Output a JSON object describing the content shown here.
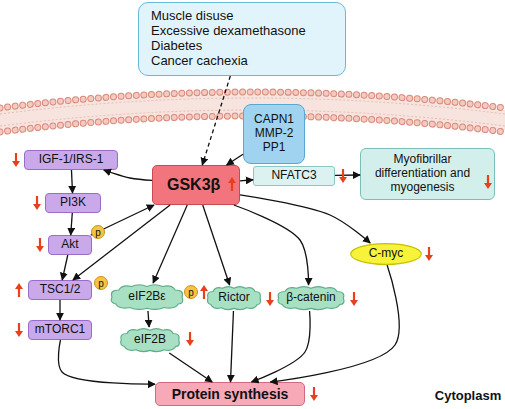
{
  "diagram": {
    "nodes": [
      {
        "text": [
          "Muscle disuse",
          "Excessive dexamethasone",
          "Diabetes",
          "Cancer cachexia"
        ]
      },
      {
        "text": [
          "CAPN1",
          "MMP-2",
          "PP1"
        ]
      },
      {
        "text": [
          "IGF-1/IRS-1"
        ]
      },
      {
        "text": [
          "GSK3β"
        ]
      },
      {
        "text": [
          "NFATC3"
        ]
      },
      {
        "text": [
          "Myofibrillar differentiation and myogenesis"
        ]
      },
      {
        "text": [
          "PI3K"
        ]
      },
      {
        "text": [
          "Akt"
        ]
      },
      {
        "text": [
          "C-myc"
        ]
      },
      {
        "text": [
          "TSC1/2"
        ]
      },
      {
        "text": [
          "eIF2Bε"
        ]
      },
      {
        "text": [
          "Rictor"
        ]
      },
      {
        "text": [
          "β-catenin"
        ]
      },
      {
        "text": [
          "eIF2B"
        ]
      },
      {
        "text": [
          "mTORC1"
        ]
      },
      {
        "text": [
          "Protein synthesis"
        ]
      }
    ],
    "edges": [
      {
        "from": 0,
        "to": 3,
        "arrow": "to"
      },
      {
        "from": 1,
        "to": 3,
        "arrow": "to"
      },
      {
        "from": 3,
        "to": 2,
        "arrow": "to"
      },
      {
        "from": 2,
        "to": 6,
        "arrow": "to"
      },
      {
        "from": 6,
        "to": 7,
        "arrow": "to"
      },
      {
        "from": 7,
        "to": 3,
        "arrow": "both"
      },
      {
        "from": 7,
        "to": 9,
        "arrow": "to"
      },
      {
        "from": 9,
        "to": 14,
        "arrow": "to"
      },
      {
        "from": 3,
        "to": 9,
        "arrow": "to"
      },
      {
        "from": 3,
        "to": 10,
        "arrow": "to"
      },
      {
        "from": 10,
        "to": 13,
        "arrow": "to"
      },
      {
        "from": 3,
        "to": 11,
        "arrow": "to"
      },
      {
        "from": 3,
        "to": 12,
        "arrow": "to"
      },
      {
        "from": 3,
        "to": 8,
        "arrow": "to"
      },
      {
        "from": 3,
        "to": 4,
        "arrow": "to"
      },
      {
        "from": 4,
        "to": 5,
        "arrow": "to"
      },
      {
        "from": 14,
        "to": 15,
        "arrow": "to"
      },
      {
        "from": 13,
        "to": 15,
        "arrow": "to"
      },
      {
        "from": 11,
        "to": 15,
        "arrow": "to"
      },
      {
        "from": 12,
        "to": 15,
        "arrow": "to"
      },
      {
        "from": 8,
        "to": 15,
        "arrow": "to"
      }
    ],
    "labels": [
      "p",
      "p",
      "p",
      "Cytoplasm"
    ]
  }
}
